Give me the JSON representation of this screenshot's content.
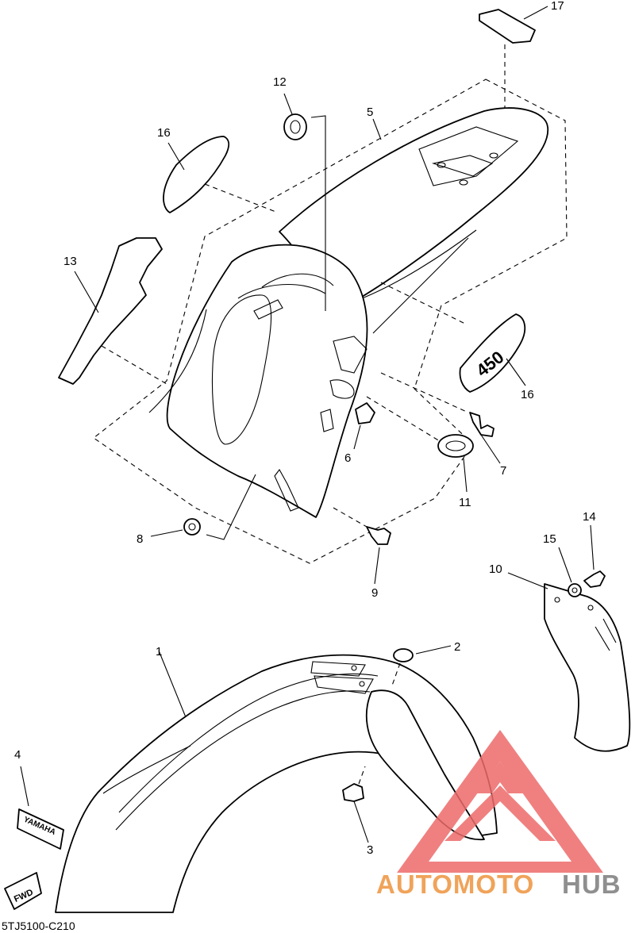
{
  "diagram_code": "5TJ5100-C210",
  "callouts": {
    "p1": "1",
    "p2": "2",
    "p3": "3",
    "p4": "4",
    "p5": "5",
    "p6": "6",
    "p7": "7",
    "p8": "8",
    "p9": "9",
    "p10": "10",
    "p11": "11",
    "p12": "12",
    "p13": "13",
    "p14": "14",
    "p15": "15",
    "p16a": "16",
    "p16b": "16",
    "p17": "17"
  },
  "decals": {
    "yamaha": "YAMAHA",
    "fwd": "FWD",
    "side_number": "450"
  },
  "watermark": {
    "text_part1": "AUTOMOTO",
    "text_part2": "HUB",
    "colors": {
      "orange": "#f0a35a",
      "gray": "#8f8f8f",
      "red_logo": "#ee6b6b"
    }
  }
}
